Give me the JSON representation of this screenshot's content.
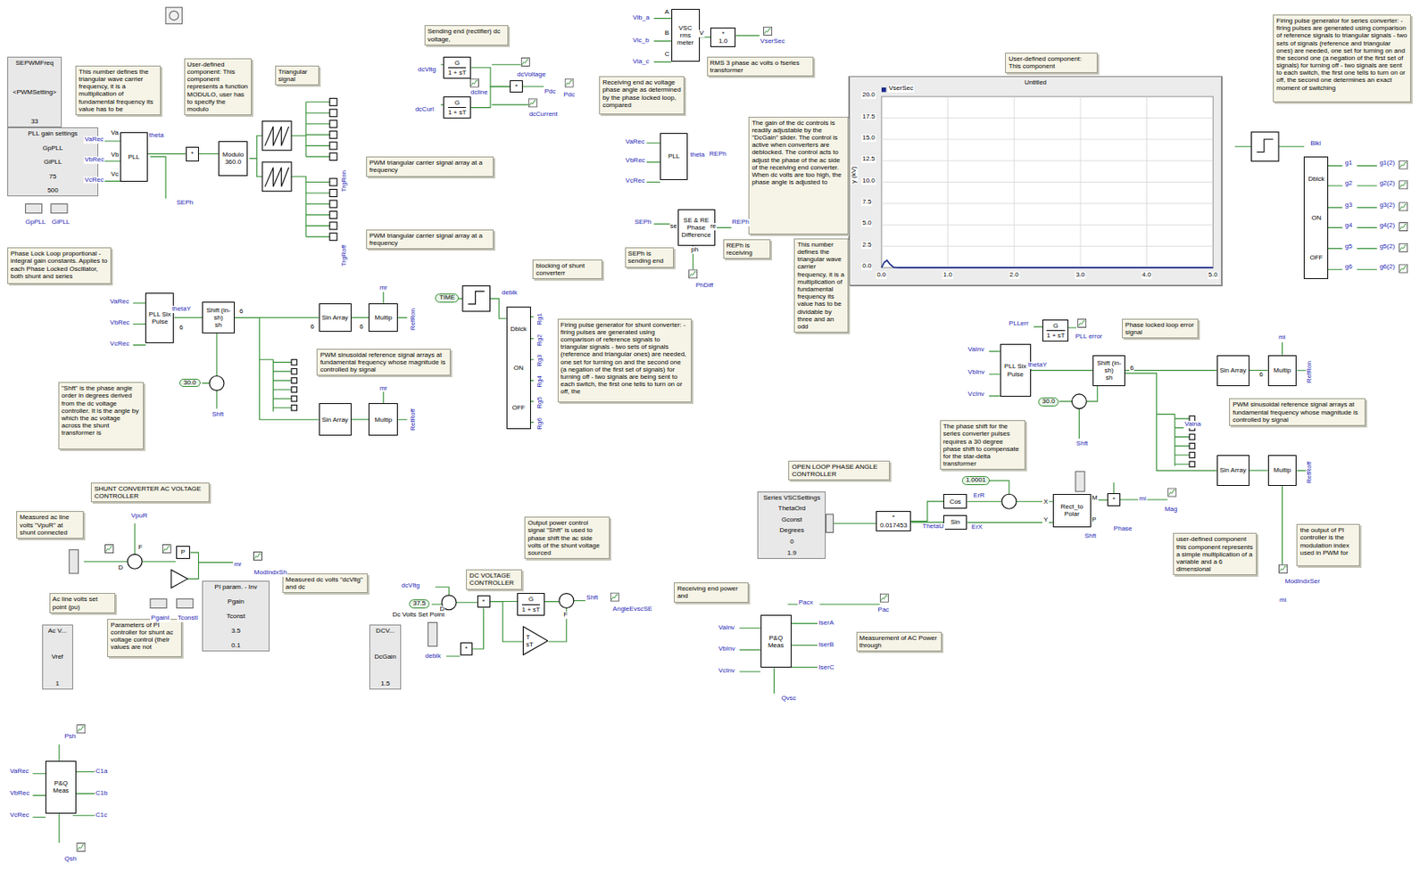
{
  "diagram": {
    "nodes": [
      {
        "text": [
          "SEPWMFreq",
          "<PWMSetting>",
          "33"
        ]
      },
      {
        "text": [
          "This number defines the triangular wave carrier frequency, it is a multiplication of fundamental frequency its value has to be"
        ]
      },
      {
        "text": [
          "PLL gain settings",
          "GpPLL",
          "GiPLL",
          "75",
          "500"
        ]
      },
      {
        "text": [
          "Phase Lock Loop proportional - integral gain constants. Applies to each Phase Locked Oscillator, both shunt and series"
        ]
      },
      {
        "text": [
          "PLL"
        ]
      },
      {
        "text": [
          "User-defined component: This component represents a function MODULO, user has to specify the modulo"
        ]
      },
      {
        "text": [
          "*"
        ]
      },
      {
        "text": [
          "Modulo",
          "360.0"
        ]
      },
      {
        "text": [
          "Triangular signal"
        ]
      },
      {
        "text": [
          "PWM triangular carrier signal array at a frequency"
        ]
      },
      {
        "text": [
          "PWM triangular carrier signal array at a frequency"
        ]
      },
      {
        "text": [
          "PLL Six Pulse"
        ]
      },
      {
        "text": [
          "Shift (in-sh)",
          "sh"
        ]
      },
      {
        "text": [
          "Sin Array"
        ]
      },
      {
        "text": [
          "Multip"
        ]
      },
      {
        "text": [
          "PWM sinusoidal reference signal arrays at fundamental frequency whose magnitude is controlled by signal"
        ]
      },
      {
        "text": [
          "Sin Array"
        ]
      },
      {
        "text": [
          "Multip"
        ]
      },
      {
        "text": [
          "\"Shft\" is the phase angle order in degrees derived from the dc voltage controller. It is the angle by which the ac voltage across the shunt transformer is"
        ]
      },
      {
        "text": [
          "blocking of shunt converterr"
        ]
      },
      {
        "text": [
          "Dblck",
          "ON",
          "OFF"
        ]
      },
      {
        "text": [
          "Firing pulse generator for shunt converter: - firing pulses are generated using comparison of reference signals to triangular signals - two sets of signals (reference and triangular ones) are needed, one set for turning on and the second one (a negation of the first set of signals) for turning off - two signals are being sent to each switch, the first one tells to turn on or off, the"
        ]
      },
      {
        "text": [
          "Sending end (rectifier) dc voltage,"
        ]
      },
      {
        "text": [
          "G",
          "1 + sT"
        ]
      },
      {
        "text": [
          "G",
          "1 + sT"
        ]
      },
      {
        "text": [
          "*"
        ]
      },
      {
        "text": [
          "Receiving end ac voltage phase angle as determined by the phase locked loop, compared"
        ]
      },
      {
        "text": [
          "VSC",
          "rms meter"
        ]
      },
      {
        "text": [
          "*",
          "1.0"
        ]
      },
      {
        "text": [
          "RMS 3 phase ac volts o fseries transformer"
        ]
      },
      {
        "text": [
          "PLL"
        ]
      },
      {
        "text": [
          "SE & RE Phase Difference"
        ]
      },
      {
        "text": [
          "SEPh is sending end"
        ]
      },
      {
        "text": [
          "REPh is receiving"
        ]
      },
      {
        "text": [
          "The gain of the dc controls is readily adjustable by the \"DcGain\" slider. The control is active when converters are deblocked. The control acts to adjust the phase of the ac side of the receiving end converter. When dc volts are too high, the phase angle is adjusted to"
        ]
      },
      {
        "text": [
          "This number defines the triangular wave carrier frequency, it is a multiplication of fundamental frequency its value has to be dividable by three and an odd"
        ]
      },
      {
        "text": [
          "Untitled"
        ]
      },
      {
        "text": [
          "User-defined component: This component"
        ]
      },
      {
        "text": [
          "Firing pulse generator for series converter: - firing pulses are generated using comparison of reference signals to triangular signals - two sets of signals (reference and triangular ones) are needed, one set for turning on and the second one (a negation of the first set of signals) for turning off - two signals are sent to each switch, the first one tells to turn on or off, the second one determines an exact moment of switching"
        ]
      },
      {
        "text": [
          "Dblck",
          "ON",
          "OFF"
        ]
      },
      {
        "text": [
          "G",
          "1 + sT"
        ]
      },
      {
        "text": [
          "Phase locked loop error signal"
        ]
      },
      {
        "text": [
          "PLL Six Pulse"
        ]
      },
      {
        "text": [
          "Shift (in-sh)",
          "sh"
        ]
      },
      {
        "text": [
          "Sin Array"
        ]
      },
      {
        "text": [
          "Multip"
        ]
      },
      {
        "text": [
          "PWM sinusoidal reference signal arrays at fundamental frequency whose magnitude is controlled by signal"
        ]
      },
      {
        "text": [
          "Sin Array"
        ]
      },
      {
        "text": [
          "Multip"
        ]
      },
      {
        "text": [
          "The phase shift for the series converter pulses requires a 30 degree phase shift to compensate for the star-delta transformer"
        ]
      },
      {
        "text": [
          "OPEN LOOP PHASE ANGLE CONTROLLER"
        ]
      },
      {
        "text": [
          "Series VSCSettings",
          "ThetaOrd",
          "Gconst",
          "Degrees",
          "0",
          "1.9"
        ]
      },
      {
        "text": [
          "*",
          "0.017453"
        ]
      },
      {
        "text": [
          "Cos"
        ]
      },
      {
        "text": [
          "Sin"
        ]
      },
      {
        "text": [
          "Rect_to Polar"
        ]
      },
      {
        "text": [
          "*"
        ]
      },
      {
        "text": [
          "user-defined component this component represents a simple multiplication of a variable and a 6 dimensional"
        ]
      },
      {
        "text": [
          "the output of PI controller is the modulation index used in PWM for"
        ]
      },
      {
        "text": [
          "Receiving end power and"
        ]
      },
      {
        "text": [
          "P&Q Meas"
        ]
      },
      {
        "text": [
          "Measurement of AC Power through"
        ]
      },
      {
        "text": [
          "SHUNT CONVERTER AC VOLTAGE CONTROLLER"
        ]
      },
      {
        "text": [
          "Measured ac line volts \"VpuR\" at shunt connected"
        ]
      },
      {
        "text": [
          "Ac line volts set point (pu)"
        ]
      },
      {
        "text": [
          "Ac V...",
          "Vref",
          "1"
        ]
      },
      {
        "text": [
          "Parameters of PI controller for shunt ac voltage control (their values are not"
        ]
      },
      {
        "text": [
          "PI param. - Inv",
          "Pgain",
          "Tconst",
          "3.5",
          "0.1"
        ]
      },
      {
        "text": [
          "Measured dc volts \"dcVltg\" and dc"
        ]
      },
      {
        "text": [
          "DCV...",
          "DcGain",
          "1.5"
        ]
      },
      {
        "text": [
          "DC VOLTAGE CONTROLLER"
        ]
      },
      {
        "text": [
          "*"
        ]
      },
      {
        "text": [
          "G",
          "1 + sT"
        ]
      },
      {
        "text": [
          "T",
          "sT"
        ]
      },
      {
        "text": [
          "Output power control signal \"Shft\" is used to phase shift the ac side volts of the shunt voltage sourced"
        ]
      },
      {
        "text": [
          "P&Q Meas"
        ]
      },
      {
        "text": [
          "P"
        ]
      },
      {
        "text": [
          "*"
        ]
      }
    ],
    "edges": [
      {
        "from": 4,
        "to": 6,
        "arrow": "none"
      },
      {
        "from": 6,
        "to": 7,
        "arrow": "none"
      },
      {
        "from": 11,
        "to": 12,
        "arrow": "none"
      },
      {
        "from": 12,
        "to": 13,
        "arrow": "none"
      },
      {
        "from": 13,
        "to": 14,
        "arrow": "none"
      },
      {
        "from": 16,
        "to": 17,
        "arrow": "none"
      },
      {
        "from": 23,
        "to": 25,
        "arrow": "none"
      },
      {
        "from": 24,
        "to": 25,
        "arrow": "none"
      },
      {
        "from": 27,
        "to": 28,
        "arrow": "none"
      },
      {
        "from": 42,
        "to": 43,
        "arrow": "none"
      },
      {
        "from": 43,
        "to": 44,
        "arrow": "none"
      },
      {
        "from": 44,
        "to": 45,
        "arrow": "none"
      },
      {
        "from": 47,
        "to": 48,
        "arrow": "none"
      },
      {
        "from": 52,
        "to": 53,
        "arrow": "none"
      },
      {
        "from": 52,
        "to": 54,
        "arrow": "none"
      },
      {
        "from": 55,
        "to": 56,
        "arrow": "none"
      },
      {
        "from": 71,
        "to": 72,
        "arrow": "none"
      }
    ],
    "labels": [
      "VaRec",
      "VbRec",
      "VcRec",
      "Va",
      "Vb",
      "Vc",
      "theta",
      "SEPh",
      "TrgRon",
      "TrgRoff",
      "VaRec",
      "VbRec",
      "VcRec",
      "thetaY",
      "mr",
      "mr",
      "RefRon",
      "RefRoff",
      "30.0",
      "Shft",
      "TIME",
      "deblk",
      "Rg1",
      "Rg2",
      "Rg3",
      "Rg4",
      "Rg5",
      "Rg6",
      "dcVltg",
      "dcCurl",
      "dcVoltage",
      "dcline",
      "dcCurrent",
      "Pdc",
      "Pdc",
      "Vib_a",
      "Vic_b",
      "Via_c",
      "A",
      "B",
      "C",
      "V",
      "VserSec",
      "VaRec",
      "VbRec",
      "VcRec",
      "theta",
      "REPh",
      "SEPh",
      "REPh",
      "se",
      "re",
      "ph",
      "PhDiff",
      "Blkl",
      "g1",
      "g2",
      "g3",
      "g4",
      "g5",
      "g6",
      "g1(2)",
      "g2(2)",
      "g3(2)",
      "g4(2)",
      "g5(2)",
      "g6(2)",
      "PLLerr",
      "PLL error",
      "VaInv",
      "VbInv",
      "VcInv",
      "thetaY",
      "30.0",
      "Shft",
      "mi",
      "RefRon",
      "RefRoff",
      "Vaina",
      "ModIndxSer",
      "mi",
      "ThetaU",
      "ErX",
      "ErR",
      "1.0001",
      "X",
      "Y",
      "M",
      "P",
      "Shft",
      "Phase",
      "Mag",
      "mi",
      "VaInv",
      "VbInv",
      "VcInv",
      "Pacx",
      "Pac",
      "IserA",
      "IserB",
      "IserC",
      "Qvsc",
      "VpuR",
      "F",
      "D",
      "mr",
      "ModIndxSh",
      "PgainI",
      "TconstI",
      "dcVltg",
      "37.5",
      "Dc Volts Set Point",
      "deblk",
      "Shft",
      "AngleEvscSE",
      "D",
      "F",
      "VaRec",
      "VbRec",
      "VcRec",
      "Psh",
      "Qsh",
      "C1a",
      "C1b",
      "C1c",
      "20.0",
      "17.5",
      "15.0",
      "12.5",
      "10.0",
      "7.5",
      "5.0",
      "2.5",
      "0.0",
      "0.0",
      "1.0",
      "2.0",
      "3.0",
      "4.0",
      "5.0",
      "y (kV)",
      "GpPLL",
      "GiPLL",
      "6",
      "6",
      "6",
      "6",
      "6",
      "6"
    ],
    "legend": [
      {
        "text": "VserSec"
      }
    ]
  }
}
